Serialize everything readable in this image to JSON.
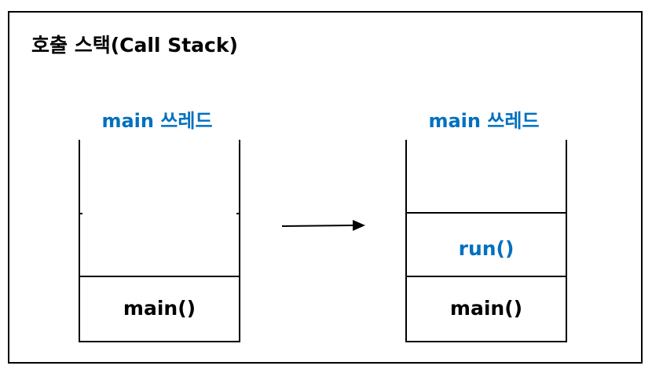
{
  "title": "호출 스택(Call Stack)",
  "before": {
    "thread_label": "main 쓰레드",
    "frames": [
      "main()"
    ]
  },
  "after": {
    "thread_label": "main 쓰레드",
    "frames": [
      "run()",
      "main()"
    ]
  },
  "colors": {
    "accent": "#0070c0",
    "text": "#000000",
    "border": "#000000"
  }
}
